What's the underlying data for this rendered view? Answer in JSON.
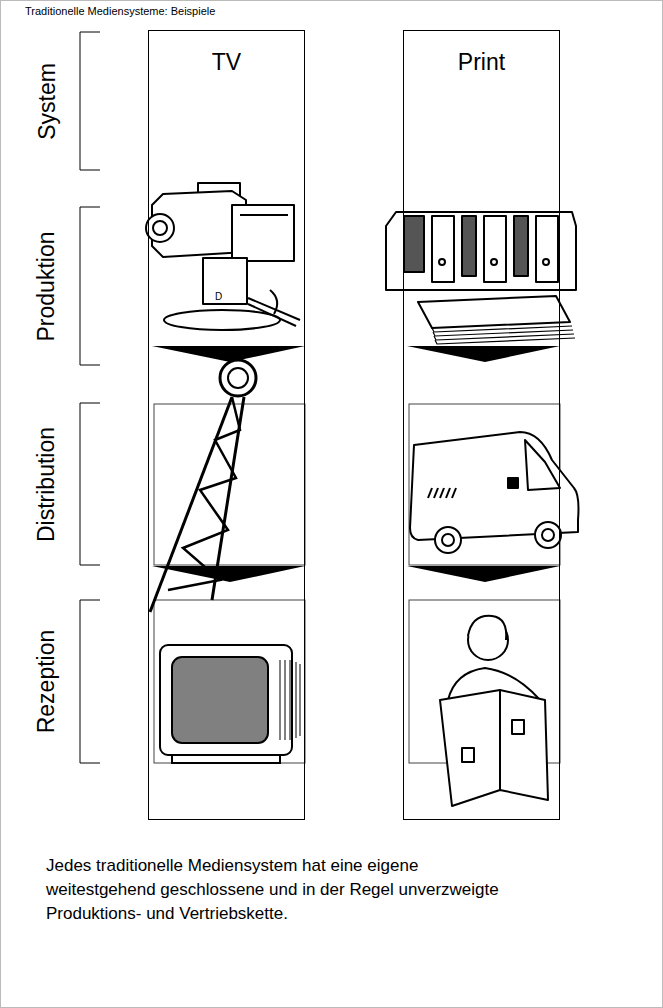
{
  "diagram": {
    "title": "Traditionelle Mediensysteme: Beispiele",
    "caption": "Jedes traditionelle Mediensystem hat eine eigene weitestgehend geschlossene und in der Regel unverzweigte Produktions- und Vertriebskette.",
    "nodes": [
      {
        "text": [
          "TV"
        ]
      },
      {
        "text": [
          "Print"
        ]
      }
    ],
    "labels": [
      "System",
      "Produktion",
      "Distribution",
      "Rezeption"
    ]
  }
}
